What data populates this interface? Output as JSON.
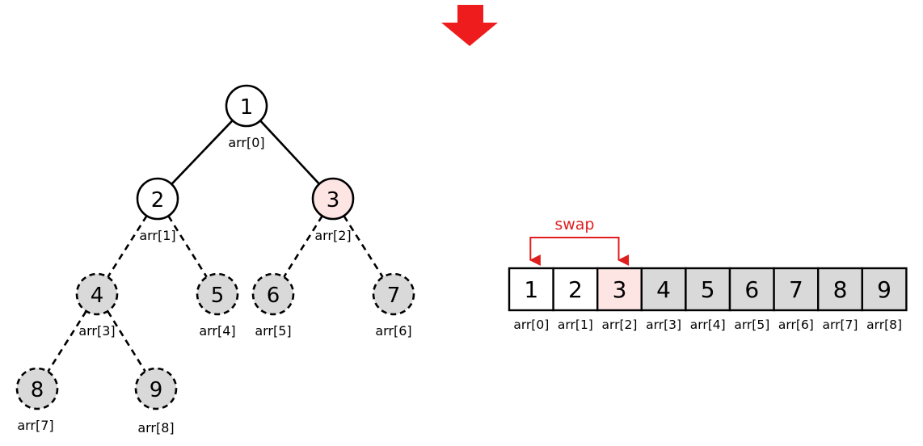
{
  "colors": {
    "stroke": "#000000",
    "active_fill": "#fde5e4",
    "sorted_fill": "#d9d9d9",
    "unsorted_fill": "#ffffff",
    "accent_red": "#ee1c1c",
    "swap_red": "#e01e1e"
  },
  "arrow_icon": "down-arrow-icon",
  "tree": {
    "nodes": [
      {
        "id": 0,
        "value": "1",
        "label": "arr[0]",
        "state": "normal",
        "dashed": false
      },
      {
        "id": 1,
        "value": "2",
        "label": "arr[1]",
        "state": "normal",
        "dashed": false
      },
      {
        "id": 2,
        "value": "3",
        "label": "arr[2]",
        "state": "active",
        "dashed": false
      },
      {
        "id": 3,
        "value": "4",
        "label": "arr[3]",
        "state": "sorted",
        "dashed": true
      },
      {
        "id": 4,
        "value": "5",
        "label": "arr[4]",
        "state": "sorted",
        "dashed": true
      },
      {
        "id": 5,
        "value": "6",
        "label": "arr[5]",
        "state": "sorted",
        "dashed": true
      },
      {
        "id": 6,
        "value": "7",
        "label": "arr[6]",
        "state": "sorted",
        "dashed": true
      },
      {
        "id": 7,
        "value": "8",
        "label": "arr[7]",
        "state": "sorted",
        "dashed": true
      },
      {
        "id": 8,
        "value": "9",
        "label": "arr[8]",
        "state": "sorted",
        "dashed": true
      }
    ],
    "edges": [
      {
        "from": 0,
        "to": 1,
        "dashed": false
      },
      {
        "from": 0,
        "to": 2,
        "dashed": false
      },
      {
        "from": 1,
        "to": 3,
        "dashed": true
      },
      {
        "from": 1,
        "to": 4,
        "dashed": true
      },
      {
        "from": 2,
        "to": 5,
        "dashed": true
      },
      {
        "from": 2,
        "to": 6,
        "dashed": true
      },
      {
        "from": 3,
        "to": 7,
        "dashed": true
      },
      {
        "from": 3,
        "to": 8,
        "dashed": true
      }
    ]
  },
  "array": {
    "cells": [
      {
        "value": "1",
        "label": "arr[0]",
        "state": "normal"
      },
      {
        "value": "2",
        "label": "arr[1]",
        "state": "normal"
      },
      {
        "value": "3",
        "label": "arr[2]",
        "state": "active"
      },
      {
        "value": "4",
        "label": "arr[3]",
        "state": "sorted"
      },
      {
        "value": "5",
        "label": "arr[4]",
        "state": "sorted"
      },
      {
        "value": "6",
        "label": "arr[5]",
        "state": "sorted"
      },
      {
        "value": "7",
        "label": "arr[6]",
        "state": "sorted"
      },
      {
        "value": "8",
        "label": "arr[7]",
        "state": "sorted"
      },
      {
        "value": "9",
        "label": "arr[8]",
        "state": "sorted"
      }
    ],
    "swap": {
      "label": "swap",
      "from": 0,
      "to": 2
    }
  }
}
